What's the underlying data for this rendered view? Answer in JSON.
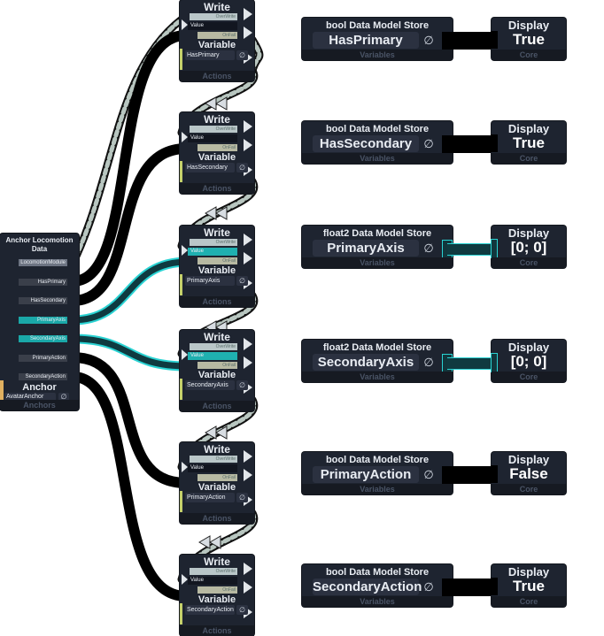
{
  "anchor": {
    "title": "Anchor Locomotion Data",
    "outputs": [
      {
        "label": "LocomotionModule",
        "active": false
      },
      {
        "label": "HasPrimary",
        "active": false
      },
      {
        "label": "HasSecondary",
        "active": false
      },
      {
        "label": "PrimaryAxis",
        "active": true
      },
      {
        "label": "SecondaryAxis",
        "active": true
      },
      {
        "label": "PrimaryAction",
        "active": false
      },
      {
        "label": "SecondaryAction",
        "active": false
      }
    ],
    "section_title": "Anchor",
    "field_value": "AvatarAnchor",
    "null_glyph": "∅",
    "footer": "Anchors"
  },
  "write_nodes": [
    {
      "title": "Write",
      "overwrite_label": "OverWrite",
      "value_label": "Value",
      "onfail_label": "OnFail",
      "variable_title": "Variable",
      "variable_value": "HasPrimary",
      "null_glyph": "∅",
      "footer": "Actions"
    },
    {
      "title": "Write",
      "overwrite_label": "OverWrite",
      "value_label": "Value",
      "onfail_label": "OnFail",
      "variable_title": "Variable",
      "variable_value": "HasSecondary",
      "null_glyph": "∅",
      "footer": "Actions"
    },
    {
      "title": "Write",
      "overwrite_label": "OverWrite",
      "value_label": "Value",
      "onfail_label": "OnFail",
      "variable_title": "Variable",
      "variable_value": "PrimaryAxis",
      "null_glyph": "∅",
      "footer": "Actions"
    },
    {
      "title": "Write",
      "overwrite_label": "OverWrite",
      "value_label": "Value",
      "onfail_label": "OnFail",
      "variable_title": "Variable",
      "variable_value": "SecondaryAxis",
      "null_glyph": "∅",
      "footer": "Actions"
    },
    {
      "title": "Write",
      "overwrite_label": "OverWrite",
      "value_label": "Value",
      "onfail_label": "OnFail",
      "variable_title": "Variable",
      "variable_value": "PrimaryAction",
      "null_glyph": "∅",
      "footer": "Actions"
    },
    {
      "title": "Write",
      "overwrite_label": "OverWrite",
      "value_label": "Value",
      "onfail_label": "OnFail",
      "variable_title": "Variable",
      "variable_value": "SecondaryAction",
      "null_glyph": "∅",
      "footer": "Actions"
    }
  ],
  "store_nodes": [
    {
      "title": "bool Data Model Store",
      "value": "HasPrimary",
      "null_glyph": "∅",
      "footer": "Variables"
    },
    {
      "title": "bool Data Model Store",
      "value": "HasSecondary",
      "null_glyph": "∅",
      "footer": "Variables"
    },
    {
      "title": "float2 Data Model Store",
      "value": "PrimaryAxis",
      "null_glyph": "∅",
      "footer": "Variables"
    },
    {
      "title": "float2 Data Model Store",
      "value": "SecondaryAxis",
      "null_glyph": "∅",
      "footer": "Variables"
    },
    {
      "title": "bool Data Model Store",
      "value": "PrimaryAction",
      "null_glyph": "∅",
      "footer": "Variables"
    },
    {
      "title": "bool Data Model Store",
      "value": "SecondaryAction",
      "null_glyph": "∅",
      "footer": "Variables"
    }
  ],
  "display_nodes": [
    {
      "title": "Display",
      "value": "True",
      "footer": "Core"
    },
    {
      "title": "Display",
      "value": "True",
      "footer": "Core"
    },
    {
      "title": "Display",
      "value": "[0; 0]",
      "footer": "Core"
    },
    {
      "title": "Display",
      "value": "[0; 0]",
      "footer": "Core"
    },
    {
      "title": "Display",
      "value": "False",
      "footer": "Core"
    },
    {
      "title": "Display",
      "value": "True",
      "footer": "Core"
    }
  ],
  "colors": {
    "node_bg": "#1e2430",
    "cyan_wire": "#2ad3d3",
    "impulse_wire": "#b8c6c0",
    "data_wire": "#000000"
  }
}
